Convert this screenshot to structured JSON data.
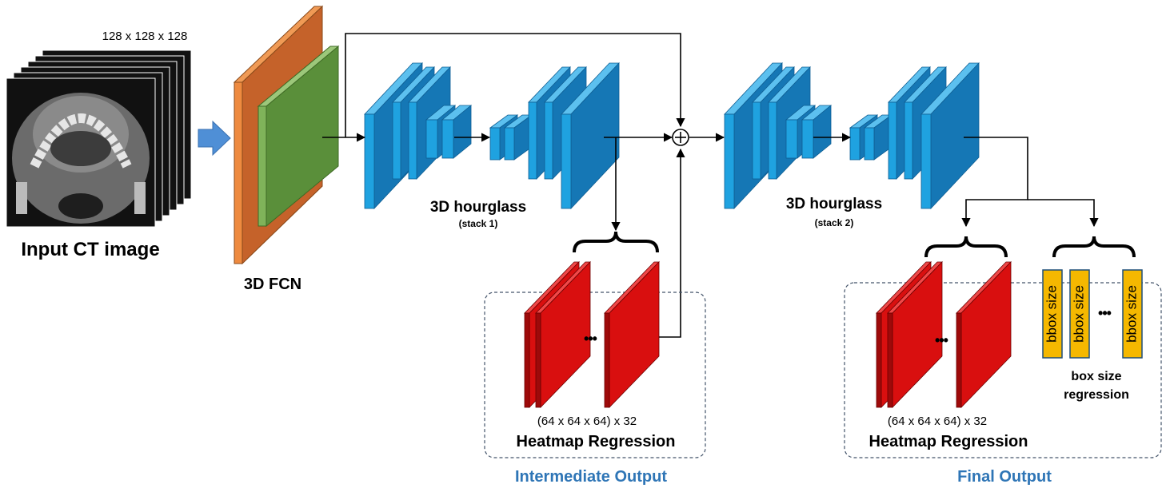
{
  "input": {
    "dims": "128 x 128 x 128",
    "label": "Input CT image"
  },
  "fcn": {
    "label": "3D FCN"
  },
  "hourglass1": {
    "title": "3D hourglass",
    "subtitle": "(stack 1)"
  },
  "hourglass2": {
    "title": "3D hourglass",
    "subtitle": "(stack 2)"
  },
  "intermediate": {
    "dims": "(64 x 64 x 64) x 32",
    "label": "Heatmap Regression",
    "title": "Intermediate Output",
    "ellipsis": "•••"
  },
  "final": {
    "dims": "(64 x 64 x 64) x 32",
    "label": "Heatmap Regression",
    "title": "Final Output",
    "ellipsis": "•••",
    "bbox_items": [
      "bbox size",
      "bbox size",
      "bbox size"
    ],
    "bbox_ellipsis": "•••",
    "box_regression": [
      "box size",
      "regression"
    ]
  },
  "sum_symbol": "+",
  "colors": {
    "hourglass_front": "#1fa2e0",
    "hourglass_side": "#1577b5",
    "heatmap_front": "#d90f0f",
    "heatmap_side": "#9e0a0a",
    "fcn_orange": "#c5622a",
    "fcn_green": "#5a8f3a",
    "bbox_fill": "#f5b800",
    "title_blue": "#2e75b6"
  }
}
